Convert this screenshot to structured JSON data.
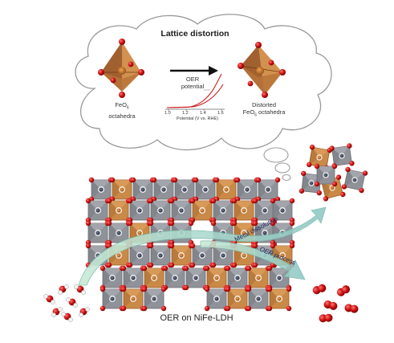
{
  "labels": {
    "title": "Lattice distortion",
    "left_l1": "FeO",
    "left_l1_sub": "6",
    "left_l2": "octahedra",
    "right_l1": "Distorted",
    "right_l2": "FeO",
    "right_l2_sub": "6",
    "right_l2_tail": " octahedra",
    "inset_l1": "OER",
    "inset_l2": "potential",
    "inset_xlabel": "Potential (V vs. RHE)",
    "inset_ticks": [
      "1.0",
      "1.2",
      "1.4",
      "1.6"
    ],
    "arrow_metal": "Metal dissolution",
    "arrow_oer": "OER process",
    "caption": "OER on NiFe-LDH"
  },
  "colors": {
    "ni_octahedron": "#8f9399",
    "fe_octahedron": "#c9894a",
    "oxygen": "#d01515",
    "ni_center": "#3a4558",
    "fe_center": "#b8661f",
    "curve": "#cc2020",
    "arrow_fill": "#9fd0c4"
  }
}
